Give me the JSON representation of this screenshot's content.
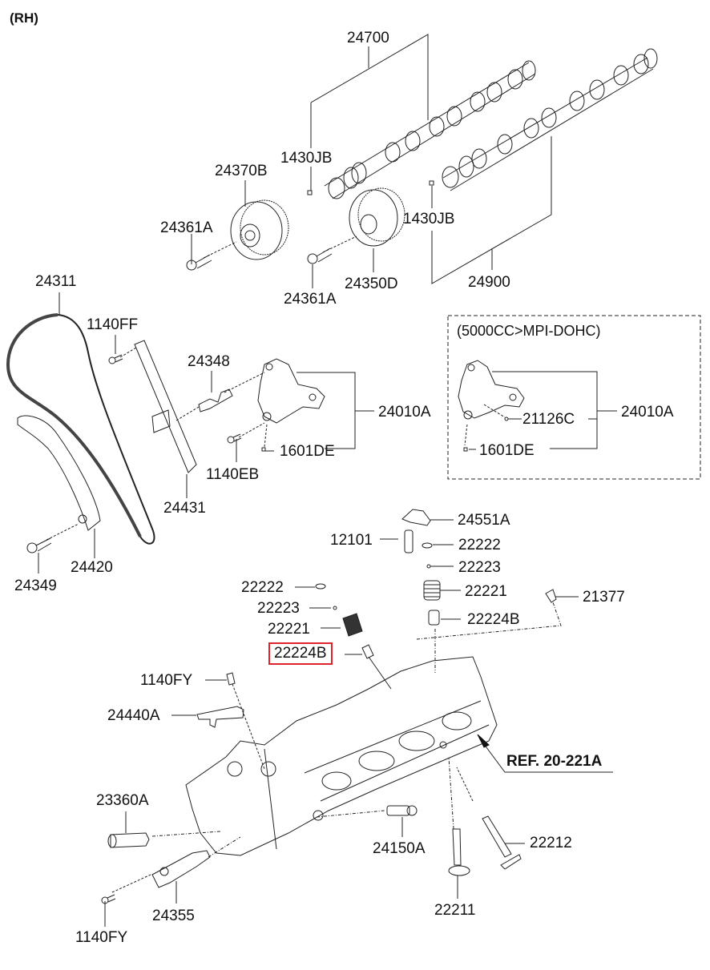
{
  "diagram": {
    "title": "(RH)",
    "variant_box_label": "(5000CC>MPI-DOHC)",
    "reference": "REF. 20-221A",
    "highlight_color": "#e0232a",
    "highlighted_part": "22224B",
    "parts": {
      "p24700": "24700",
      "p1430JB_a": "1430JB",
      "p24370B": "24370B",
      "p24361A_a": "24361A",
      "p24361A_b": "24361A",
      "p24350D": "24350D",
      "p1430JB_b": "1430JB",
      "p24900": "24900",
      "p24311": "24311",
      "p1140FF": "1140FF",
      "p24348": "24348",
      "p24010A_a": "24010A",
      "p1601DE_a": "1601DE",
      "p1140EB": "1140EB",
      "p24431": "24431",
      "p24420": "24420",
      "p24349": "24349",
      "p21126C": "21126C",
      "p24010A_b": "24010A",
      "p1601DE_b": "1601DE",
      "p24551A": "24551A",
      "p12101": "12101",
      "p22222_a": "22222",
      "p22223_a": "22223",
      "p22221_a": "22221",
      "p22224B_a": "22224B",
      "p21377": "21377",
      "p22222_b": "22222",
      "p22223_b": "22223",
      "p22221_b": "22221",
      "p22224B_b": "22224B",
      "p1140FY_a": "1140FY",
      "p24440A": "24440A",
      "p23360A": "23360A",
      "p24150A": "24150A",
      "p22212": "22212",
      "p24355": "24355",
      "p22211": "22211",
      "p1140FY_b": "1140FY"
    }
  }
}
